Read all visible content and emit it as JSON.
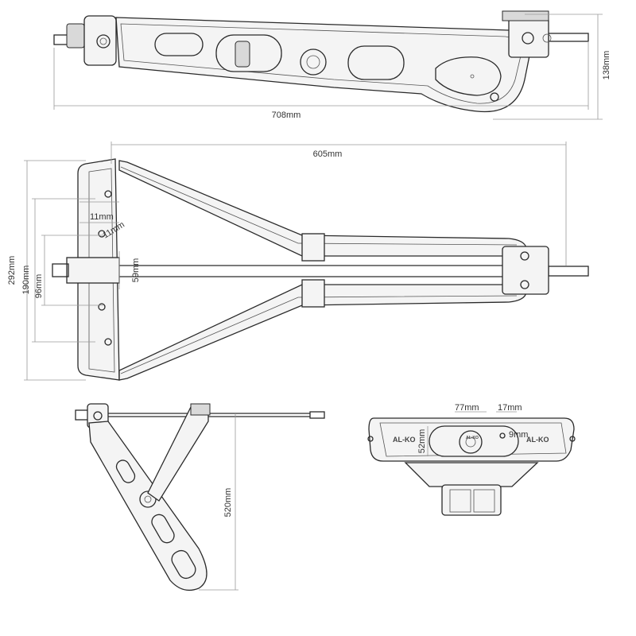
{
  "dimensions": {
    "side_length": "708mm",
    "side_height": "138mm",
    "top_length": "605mm",
    "top_width": "292mm",
    "top_inner": "190mm",
    "top_holes": "96mm",
    "top_11a": "11mm",
    "top_11b": "11mm",
    "top_spindle": "59mm",
    "folded_height": "520mm",
    "foot_77": "77mm",
    "foot_17": "17mm",
    "foot_9": "9mm",
    "foot_52": "52mm"
  },
  "logos": {
    "left": "AL-KO",
    "right": "AL-KO",
    "center": "AL-KO"
  }
}
